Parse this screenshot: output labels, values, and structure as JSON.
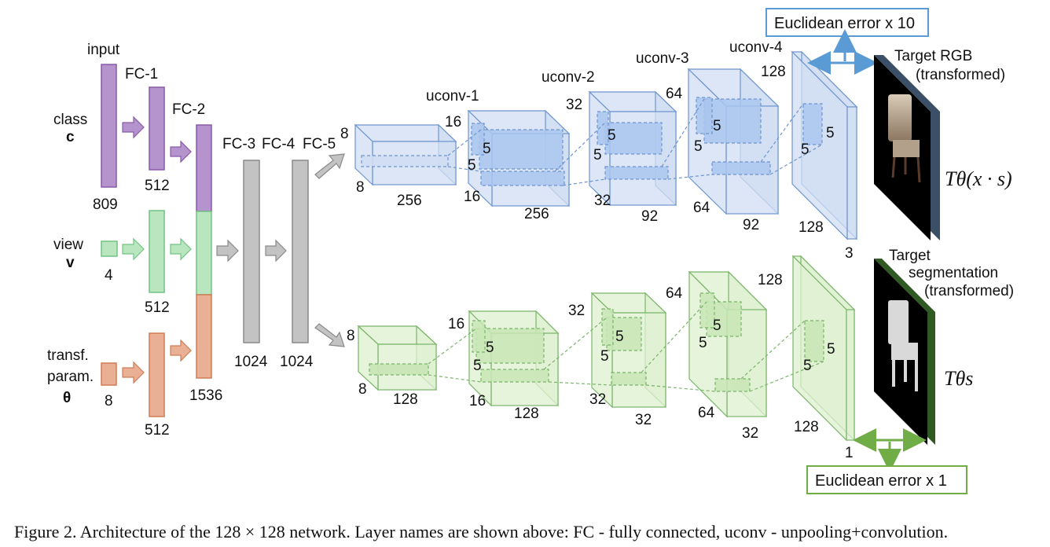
{
  "labels": {
    "input": "input",
    "fc1": "FC-1",
    "fc2": "FC-2",
    "fc3": "FC-3",
    "fc4": "FC-4",
    "fc5": "FC-5",
    "class_text": "class",
    "class_var": "c",
    "view_text": "view",
    "view_var": "v",
    "transf_text": "transf.",
    "param_text": "param.",
    "theta_var": "θ",
    "uconv1": "uconv-1",
    "uconv2": "uconv-2",
    "uconv3": "uconv-3",
    "uconv4": "uconv-4",
    "target_rgb_1": "Target RGB",
    "target_rgb_2": "(transformed)",
    "target_seg_1": "Target",
    "target_seg_2": "segmentation",
    "target_seg_3": "(transformed)",
    "rgb_formula": "Tθ(x · s)",
    "seg_formula": "Tθs",
    "rgb_error": "Euclidean error x 10",
    "seg_error": "Euclidean error x 1"
  },
  "numbers": {
    "class_in": "809",
    "class_fc1": "512",
    "view_in": "4",
    "view_fc1": "512",
    "theta_in": "8",
    "theta_fc1": "512",
    "fc2": "1536",
    "fc3": "1024",
    "fc4": "1024",
    "rgb_b0_h": "8",
    "rgb_b0_w": "8",
    "rgb_b0_d": "256",
    "rgb_b1_h": "16",
    "rgb_b1_w": "16",
    "rgb_b1_d": "256",
    "rgb_b1_k1": "5",
    "rgb_b1_k2": "5",
    "rgb_b2_h": "32",
    "rgb_b2_w": "32",
    "rgb_b2_d": "92",
    "rgb_b2_k1": "5",
    "rgb_b2_k2": "5",
    "rgb_b3_h": "64",
    "rgb_b3_w": "64",
    "rgb_b3_d": "92",
    "rgb_b3_k1": "5",
    "rgb_b3_k2": "5",
    "rgb_b4_h": "128",
    "rgb_b4_w": "128",
    "rgb_b4_d": "3",
    "rgb_b4_k1": "5",
    "rgb_b4_k2": "5",
    "seg_b0_h": "8",
    "seg_b0_w": "8",
    "seg_b0_d": "128",
    "seg_b1_h": "16",
    "seg_b1_w": "16",
    "seg_b1_d": "128",
    "seg_b1_k1": "5",
    "seg_b1_k2": "5",
    "seg_b2_h": "32",
    "seg_b2_w": "32",
    "seg_b2_d": "32",
    "seg_b2_k1": "5",
    "seg_b2_k2": "5",
    "seg_b3_h": "64",
    "seg_b3_w": "64",
    "seg_b3_d": "32",
    "seg_b3_k1": "5",
    "seg_b3_k2": "5",
    "seg_b4_h": "128",
    "seg_b4_w": "128",
    "seg_b4_d": "1",
    "seg_b4_k1": "5",
    "seg_b4_k2": "5"
  },
  "caption": "Figure 2. Architecture of the 128 × 128 network. Layer names are shown above: FC - fully connected, uconv - unpooling+convolution.",
  "colors": {
    "purple_fill": "#b593cc",
    "purple_edge": "#8a5aa8",
    "green_fill": "#b9e6bf",
    "green_edge": "#72c383",
    "orange_fill": "#eab095",
    "orange_edge": "#cf7c55",
    "gray_fill": "#c3c3c3",
    "gray_edge": "#8a8a8a",
    "blue_fill": "#d0ddf3",
    "blue_edge": "#6e95cf",
    "blue_arrow": "#5b9bd5",
    "seg_fill": "#dff0d0",
    "seg_edge": "#7ab56a",
    "seg_arrow": "#70ad47"
  }
}
